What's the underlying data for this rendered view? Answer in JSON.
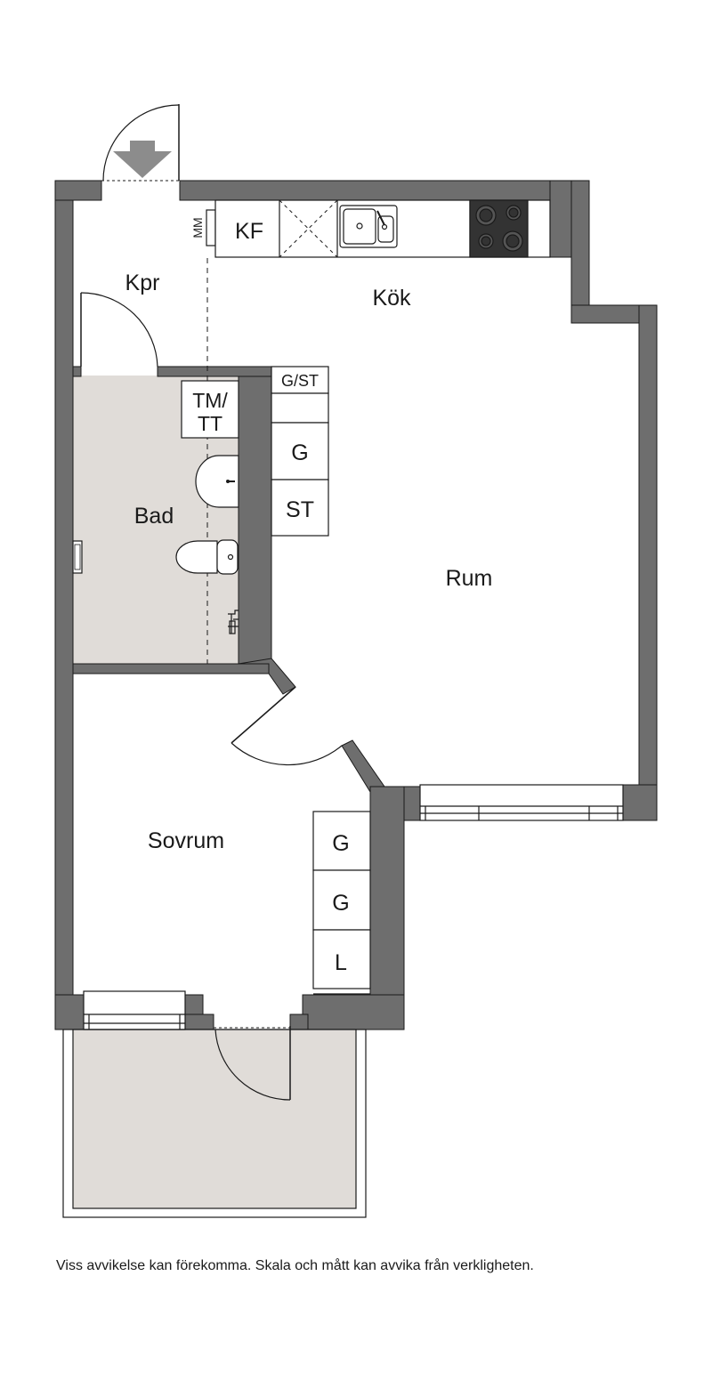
{
  "colors": {
    "wall": "#6e6e6e",
    "wet_floor": "#e0dcd8",
    "line": "#1a1a1a",
    "background": "#ffffff"
  },
  "rooms": {
    "kpr": "Kpr",
    "kok": "Kök",
    "rum": "Rum",
    "bad": "Bad",
    "sovrum": "Sovrum"
  },
  "fixtures": {
    "mm": "MM",
    "kf": "KF",
    "tm_line1": "TM/",
    "tm_line2": "TT",
    "gst": "G/ST",
    "g1": "G",
    "st": "ST",
    "g2": "G",
    "g3": "G",
    "l": "L"
  },
  "icons": {
    "entrance": "entrance-arrow-icon",
    "sink": "kitchen-sink-icon",
    "stove": "stove-icon",
    "washbasin": "washbasin-icon",
    "toilet": "toilet-icon",
    "faucet": "faucet-icon"
  },
  "footer": {
    "disclaimer": "Viss avvikelse kan förekomma. Skala och mått kan avvika från verkligheten."
  }
}
